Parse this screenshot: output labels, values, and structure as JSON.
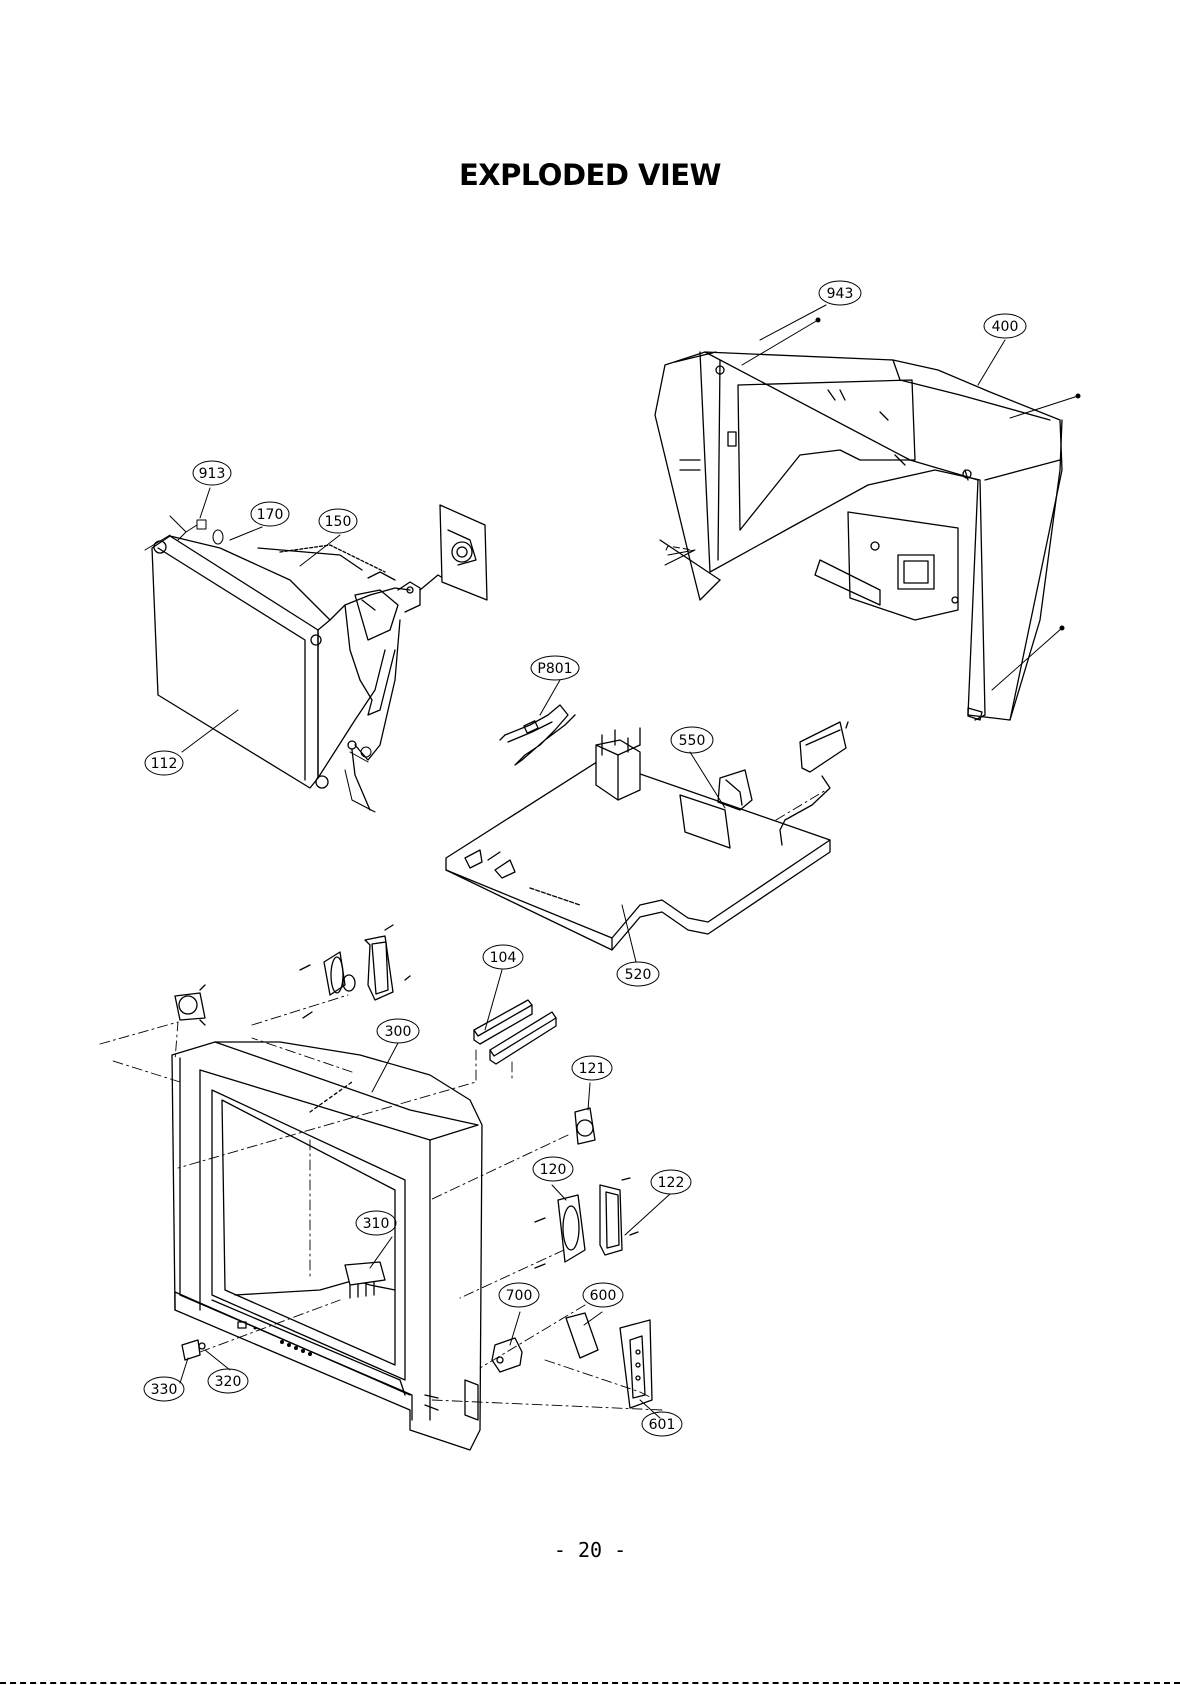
{
  "title": "EXPLODED VIEW",
  "page_number": "- 20 -",
  "callouts": [
    {
      "id": "943"
    },
    {
      "id": "400"
    },
    {
      "id": "913"
    },
    {
      "id": "170"
    },
    {
      "id": "150"
    },
    {
      "id": "112"
    },
    {
      "id": "P801"
    },
    {
      "id": "550"
    },
    {
      "id": "520"
    },
    {
      "id": "104"
    },
    {
      "id": "300"
    },
    {
      "id": "121"
    },
    {
      "id": "120"
    },
    {
      "id": "122"
    },
    {
      "id": "310"
    },
    {
      "id": "700"
    },
    {
      "id": "600"
    },
    {
      "id": "330"
    },
    {
      "id": "320"
    },
    {
      "id": "601"
    }
  ]
}
